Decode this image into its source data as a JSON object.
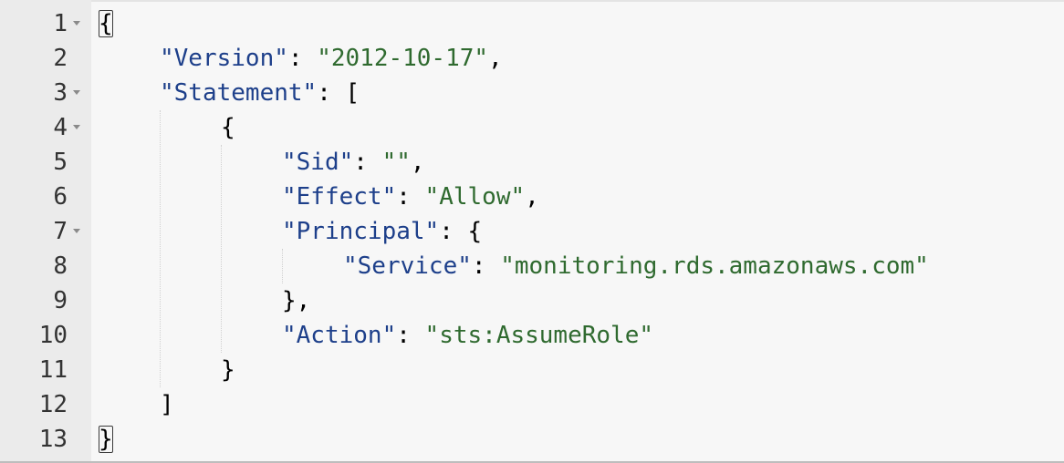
{
  "editor": {
    "lines": [
      {
        "number": "1",
        "foldable": true,
        "indent": 0,
        "tokens": [
          {
            "t": "{",
            "c": "punc",
            "match": true
          }
        ]
      },
      {
        "number": "2",
        "foldable": false,
        "indent": 1,
        "tokens": [
          {
            "t": "\"Version\"",
            "c": "key"
          },
          {
            "t": ": ",
            "c": "punc"
          },
          {
            "t": "\"2012-10-17\"",
            "c": "str"
          },
          {
            "t": ",",
            "c": "punc"
          }
        ]
      },
      {
        "number": "3",
        "foldable": true,
        "indent": 1,
        "tokens": [
          {
            "t": "\"Statement\"",
            "c": "key"
          },
          {
            "t": ": [",
            "c": "punc"
          }
        ]
      },
      {
        "number": "4",
        "foldable": true,
        "indent": 2,
        "tokens": [
          {
            "t": "{",
            "c": "punc"
          }
        ]
      },
      {
        "number": "5",
        "foldable": false,
        "indent": 3,
        "tokens": [
          {
            "t": "\"Sid\"",
            "c": "key"
          },
          {
            "t": ": ",
            "c": "punc"
          },
          {
            "t": "\"\"",
            "c": "str"
          },
          {
            "t": ",",
            "c": "punc"
          }
        ]
      },
      {
        "number": "6",
        "foldable": false,
        "indent": 3,
        "tokens": [
          {
            "t": "\"Effect\"",
            "c": "key"
          },
          {
            "t": ": ",
            "c": "punc"
          },
          {
            "t": "\"Allow\"",
            "c": "str"
          },
          {
            "t": ",",
            "c": "punc"
          }
        ]
      },
      {
        "number": "7",
        "foldable": true,
        "indent": 3,
        "tokens": [
          {
            "t": "\"Principal\"",
            "c": "key"
          },
          {
            "t": ": {",
            "c": "punc"
          }
        ]
      },
      {
        "number": "8",
        "foldable": false,
        "indent": 4,
        "tokens": [
          {
            "t": "\"Service\"",
            "c": "key"
          },
          {
            "t": ": ",
            "c": "punc"
          },
          {
            "t": "\"monitoring.rds.amazonaws.com\"",
            "c": "str"
          }
        ]
      },
      {
        "number": "9",
        "foldable": false,
        "indent": 3,
        "tokens": [
          {
            "t": "},",
            "c": "punc"
          }
        ]
      },
      {
        "number": "10",
        "foldable": false,
        "indent": 3,
        "tokens": [
          {
            "t": "\"Action\"",
            "c": "key"
          },
          {
            "t": ": ",
            "c": "punc"
          },
          {
            "t": "\"sts:AssumeRole\"",
            "c": "str"
          }
        ]
      },
      {
        "number": "11",
        "foldable": false,
        "indent": 2,
        "tokens": [
          {
            "t": "}",
            "c": "punc"
          }
        ]
      },
      {
        "number": "12",
        "foldable": false,
        "indent": 1,
        "tokens": [
          {
            "t": "]",
            "c": "punc"
          }
        ]
      },
      {
        "number": "13",
        "foldable": false,
        "indent": 0,
        "tokens": [
          {
            "t": "}",
            "c": "punc",
            "match": true
          }
        ]
      }
    ],
    "colors": {
      "key": "#1d3f8a",
      "string": "#2f6a2f",
      "punctuation": "#000000",
      "gutter_bg": "#ebebeb",
      "editor_bg": "#f7f7f7"
    }
  }
}
